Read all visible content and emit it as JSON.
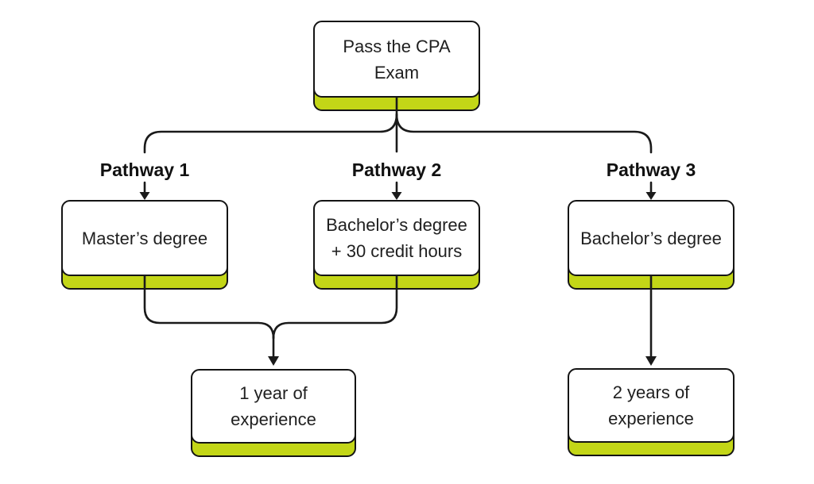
{
  "diagram": {
    "accent_color": "#c3d617",
    "line_color": "#1a1a1a",
    "nodes": {
      "exam": {
        "lines": [
          "Pass the CPA",
          "Exam"
        ]
      },
      "masters": {
        "lines": [
          "Master’s degree"
        ]
      },
      "bach30": {
        "lines": [
          "Bachelor’s degree",
          "+ 30 credit hours"
        ]
      },
      "bach": {
        "lines": [
          "Bachelor’s degree"
        ]
      },
      "exp1": {
        "lines": [
          "1 year of",
          "experience"
        ]
      },
      "exp2": {
        "lines": [
          "2 years of",
          "experience"
        ]
      }
    },
    "labels": [
      "Pathway 1",
      "Pathway 2",
      "Pathway 3"
    ]
  }
}
